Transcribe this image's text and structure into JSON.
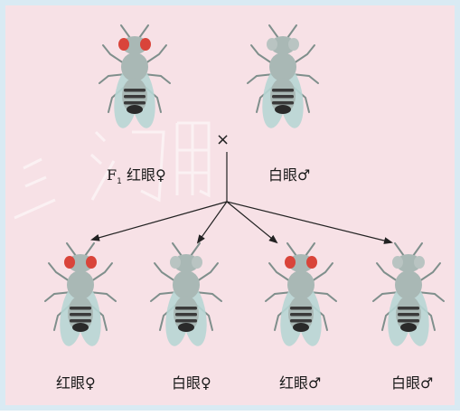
{
  "cross_symbol": "×",
  "parents": {
    "female": {
      "prefix": "F",
      "subscript": "1",
      "label": "红眼♀",
      "eye_color": "#d9443a"
    },
    "male": {
      "label": "白眼♂",
      "eye_color": "#b9c4c2"
    }
  },
  "offspring": [
    {
      "label": "红眼♀",
      "eye_color": "#d9443a"
    },
    {
      "label": "白眼♀",
      "eye_color": "#b9c4c2"
    },
    {
      "label": "红眼♂",
      "eye_color": "#d9443a"
    },
    {
      "label": "白眼♂",
      "eye_color": "#b9c4c2"
    }
  ],
  "watermark": "习用",
  "colors": {
    "background": "#f7e1e6",
    "border": "#d9eaf3",
    "fly_body": "#a9b8b5",
    "wing": "#b7d6d4",
    "stripe": "#3a3a3a",
    "arrow": "#222222"
  }
}
